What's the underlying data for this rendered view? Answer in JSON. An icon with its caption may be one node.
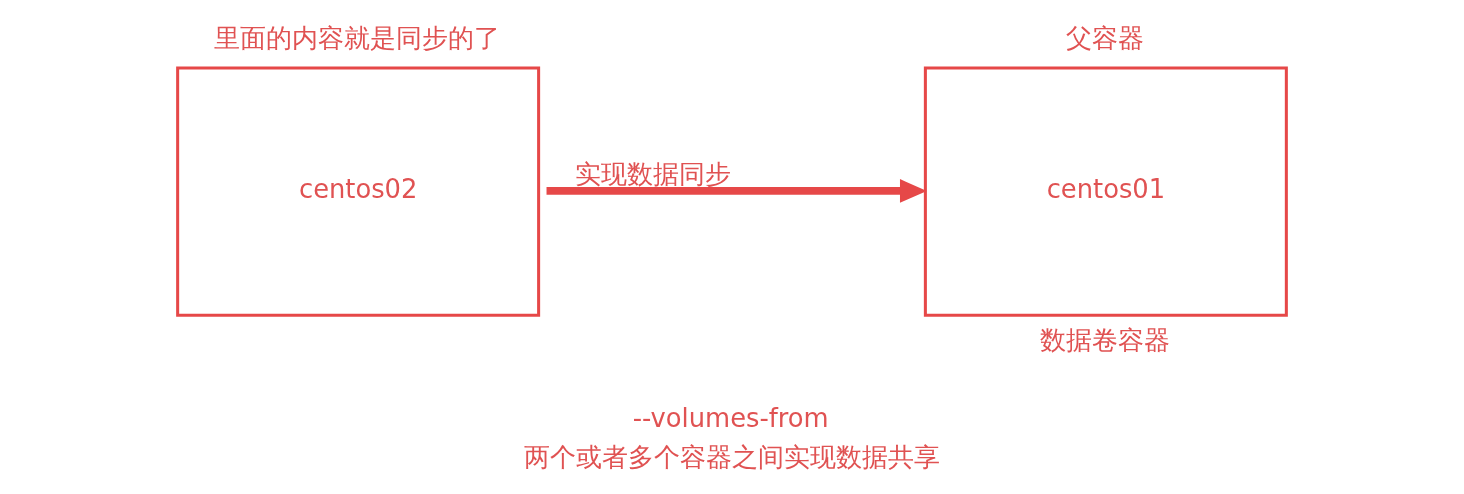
{
  "diagram": {
    "caption": "两个或者多个容器之间实现数据共享",
    "nodes": [
      {
        "text": [
          "centos02"
        ],
        "beside": [
          "里面的内容就是同步的了"
        ]
      },
      {
        "text": [
          "centos01"
        ],
        "beside": [
          "父容器",
          "数据卷容器"
        ]
      }
    ],
    "edges": [
      {
        "from": 0,
        "to": 1,
        "arrow": "to",
        "label": "实现数据同步"
      }
    ],
    "labels": [
      "--volumes-from"
    ]
  }
}
